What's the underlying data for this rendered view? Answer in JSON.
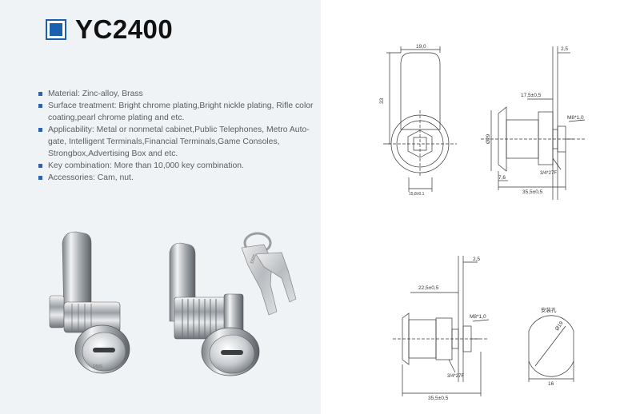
{
  "header": {
    "title": "YC2400"
  },
  "specs": [
    {
      "text": "Material: Zinc-alloy, Brass"
    },
    {
      "text": "Surface treatment: Bright chrome plating,Bright nickle plating, Rifle color coating,pearl chrome plating and etc."
    },
    {
      "text": "Applicability: Metal or nonmetal cabinet,Public Telephones, Metro Auto-gate, Intelligent Terminals,Financial Terminals,Game Consoles, Strongbox,Advertising Box and etc."
    },
    {
      "text": "Key combination: More than 10,000 key combination."
    },
    {
      "text": "Accessories: Cam, nut."
    }
  ],
  "photo": {
    "key_engraving": "D505"
  },
  "drawings": {
    "front": {
      "width": "19,0",
      "height": "33",
      "base": "15,8±0.1"
    },
    "side": {
      "thickness": "2,5",
      "length": "17,5±0,5",
      "thread": "M8*1,0",
      "diameter": "Ø29",
      "flange": "7,6",
      "total": "35,5±0,5",
      "nut": "3/4*27F"
    },
    "side2": {
      "thickness": "2,5",
      "length": "22,5±0,5",
      "thread": "M8*1,0",
      "nut": "3/4*27F",
      "total": "35,5±0,5"
    },
    "cutout": {
      "label": "安装孔",
      "diameter": "Ø19",
      "width": "16"
    }
  },
  "colors": {
    "accent": "#1b5fae",
    "panel": "#eff3f6",
    "text": "#5a5e63"
  }
}
